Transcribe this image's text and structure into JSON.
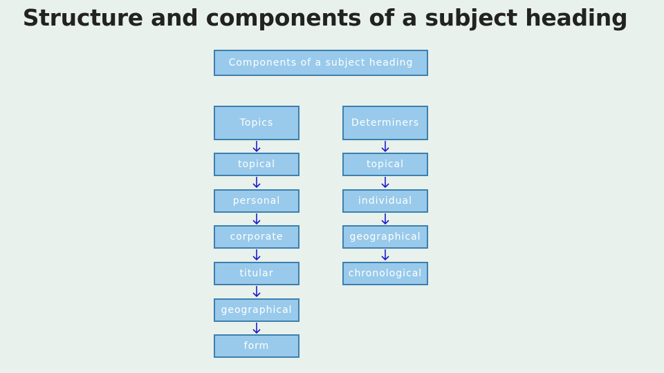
{
  "title": "Structure and components of a subject heading",
  "root": "Components of a subject heading",
  "topics": {
    "header": "Topics",
    "items": [
      "topical",
      "personal",
      "corporate",
      "titular",
      "geographical",
      "form"
    ]
  },
  "determiners": {
    "header": "Determiners",
    "items": [
      "topical",
      "individual",
      "geographical",
      "chronological"
    ]
  },
  "colors": {
    "box_fill": "#99caeb",
    "box_border": "#3d7fae",
    "arrow": "#1a1acc",
    "background": "#e8f1ec"
  }
}
